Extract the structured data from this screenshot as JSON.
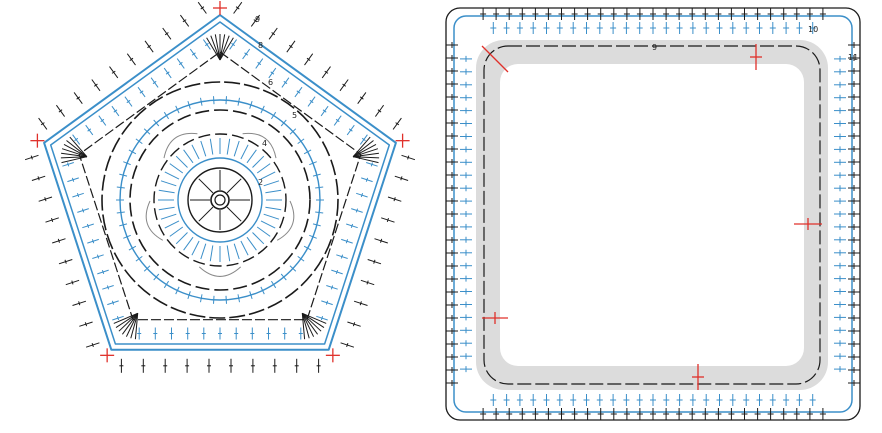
{
  "colors": {
    "ink": "#1a1a1a",
    "blue": "#3b8fc9",
    "red": "#e0302a",
    "gray": "#888888",
    "shade": "#dcdcdc"
  },
  "pentagon": {
    "round_labels": [
      "2",
      "4",
      "5",
      "6",
      "8",
      "9"
    ]
  },
  "square": {
    "round_labels": [
      "9",
      "10",
      "11"
    ]
  }
}
